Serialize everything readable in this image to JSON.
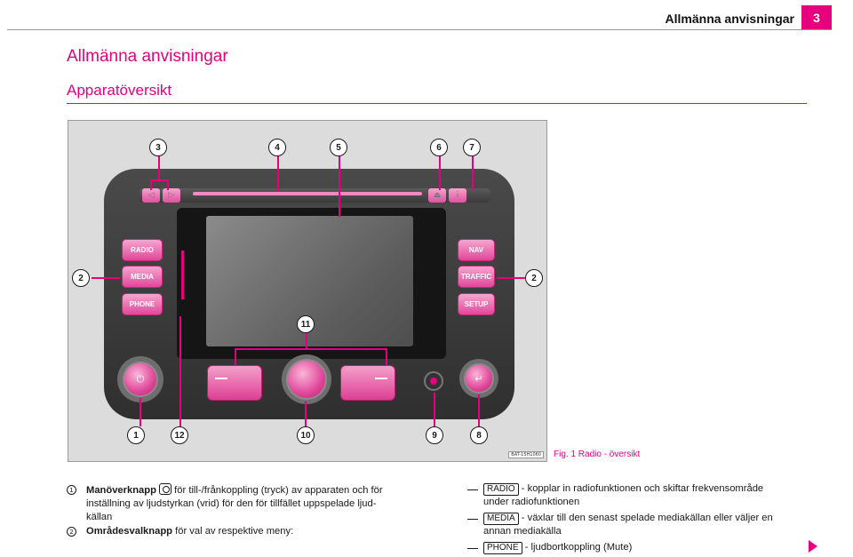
{
  "header": {
    "title": "Allmänna anvisningar",
    "page_number": "3"
  },
  "heading": "Allmänna anvisningar",
  "subheading": "Apparatöversikt",
  "figure": {
    "code": "BAT-15H1060",
    "caption": "Fig. 1   Radio - översikt",
    "buttons": {
      "radio": "RADIO",
      "media": "MEDIA",
      "phone": "PHONE",
      "nav": "NAV",
      "traffic": "TRAFFIC",
      "setup": "SETUP"
    },
    "callouts": [
      "3",
      "4",
      "5",
      "6",
      "7",
      "2",
      "2",
      "11",
      "1",
      "12",
      "10",
      "9",
      "8"
    ],
    "colors": {
      "accent": "#e6007e",
      "unit_body": "#3c3c3c",
      "screen": "#6f6f6f"
    }
  },
  "items": {
    "item1": {
      "num": "1",
      "term": "Manöverknapp",
      "text_a": " för till-/frånkoppling (tryck) av apparaten och för",
      "text_b": "inställning av ljudstyrkan (vrid) för den för tillfället uppspelade ljud-",
      "text_c": "källan"
    },
    "item2": {
      "num": "2",
      "term": "Områdesvalknapp",
      "text": " för val av respektive meny:"
    }
  },
  "menu": [
    {
      "key": "RADIO",
      "line1": " - kopplar in radiofunktionen och skiftar frekvensområde",
      "line2": "under radiofunktionen"
    },
    {
      "key": "MEDIA",
      "line1": " - växlar till den senast spelade mediakällan eller väljer en",
      "line2": "annan mediakälla"
    },
    {
      "key": "PHONE",
      "line1": " - ljudbortkoppling (Mute)",
      "line2": ""
    }
  ]
}
